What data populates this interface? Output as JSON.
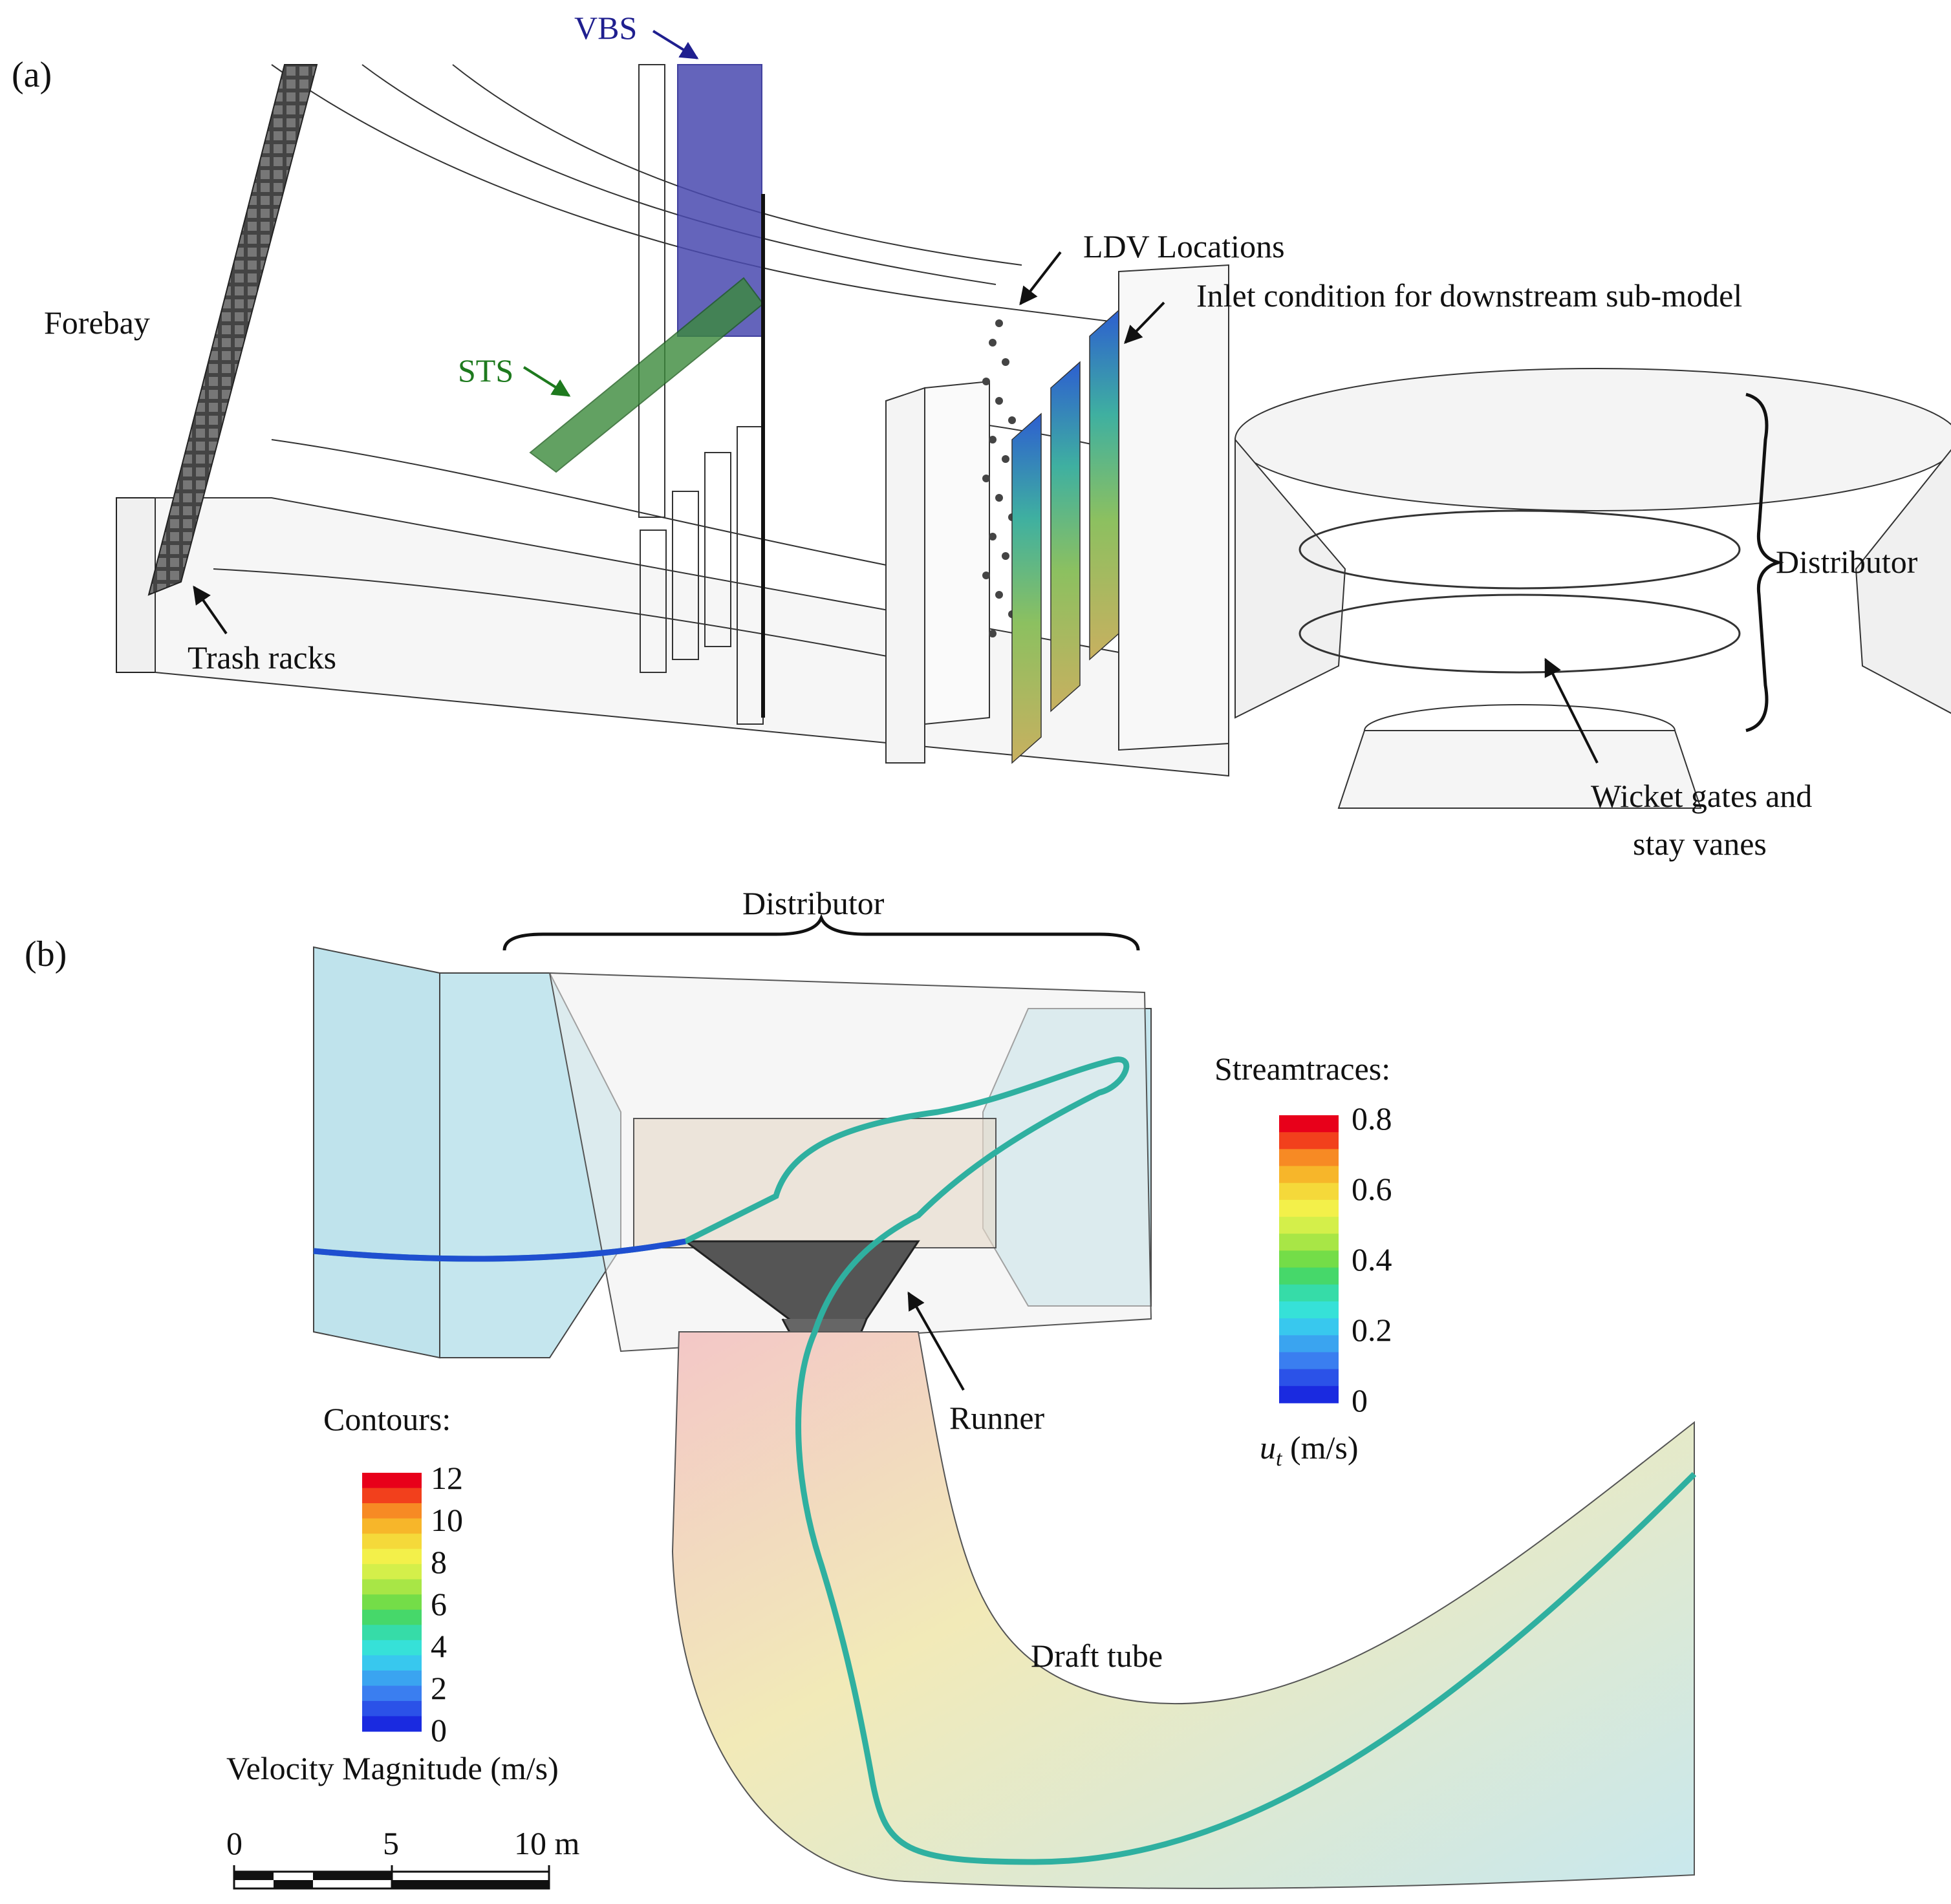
{
  "panel_a": {
    "tag": "(a)",
    "labels": {
      "vbs": "VBS",
      "sts": "STS",
      "forebay": "Forebay",
      "trash_racks": "Trash racks",
      "ldv_locations": "LDV Locations",
      "inlet_condition": "Inlet condition for downstream sub-model",
      "distributor": "Distributor",
      "wicket_line1": "Wicket gates and",
      "wicket_line2": "stay vanes"
    },
    "colors": {
      "vbs": "#1f1f8f",
      "sts": "#1e7a1e"
    }
  },
  "panel_b": {
    "tag": "(b)",
    "labels": {
      "distributor": "Distributor",
      "runner": "Runner",
      "draft_tube": "Draft tube"
    },
    "contours_legend": {
      "title": "Contours:",
      "ticks": [
        "12",
        "10",
        "8",
        "6",
        "4",
        "2",
        "0"
      ],
      "caption": "Velocity Magnitude (m/s)"
    },
    "streamtraces_legend": {
      "title": "Streamtraces:",
      "ticks": [
        "0.8",
        "0.6",
        "0.4",
        "0.2",
        "0"
      ],
      "caption_symbol": "u",
      "caption_subscript": "t",
      "caption_unit": " (m/s)"
    },
    "scale_bar": {
      "ticks": [
        "0",
        "5",
        "10 m"
      ]
    }
  }
}
